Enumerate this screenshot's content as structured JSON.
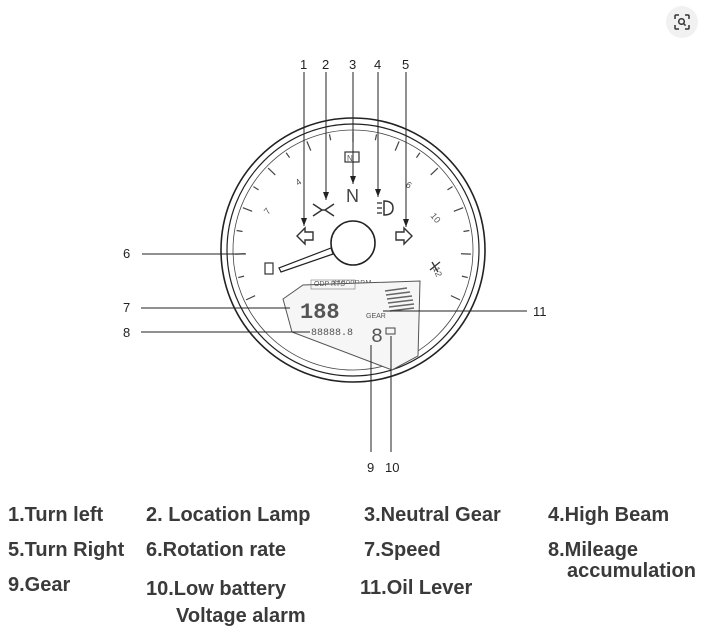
{
  "callout_numbers": [
    "1",
    "2",
    "3",
    "4",
    "5",
    "6",
    "7",
    "8",
    "9",
    "10",
    "11"
  ],
  "gauge": {
    "rpm_label": "X1000RPM",
    "top_display_label": "ODP RTS",
    "gear_label": "GEAR",
    "neutral_symbol": "N",
    "speed_digits": "188",
    "odometer_digits": "88888.8",
    "gear_digit": "8"
  },
  "legend": [
    {
      "text": "1.Turn left"
    },
    {
      "text": "2. Location Lamp"
    },
    {
      "text": "3.Neutral Gear"
    },
    {
      "text": "4.High Beam"
    },
    {
      "text": "5.Turn Right"
    },
    {
      "text": "6.Rotation rate"
    },
    {
      "text": "7.Speed"
    },
    {
      "text": "8.Mileage"
    },
    {
      "text": "accumulation"
    },
    {
      "text": "9.Gear"
    },
    {
      "text": "10.Low battery"
    },
    {
      "text": "Voltage alarm"
    },
    {
      "text": "11.Oil Lever"
    }
  ],
  "icons": {
    "lens": "visual-search-icon"
  },
  "colors": {
    "line": "#222222",
    "text": "#3a3a3a"
  }
}
